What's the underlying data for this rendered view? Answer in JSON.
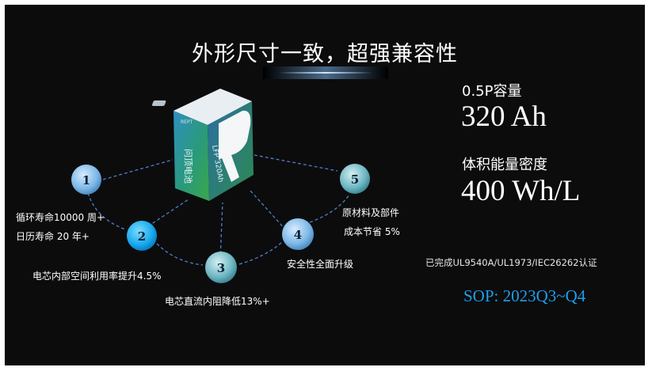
{
  "title": "外形尺寸一致，超强兼容性",
  "battery": {
    "brand_vertical": "问顶电池",
    "model_text": "LFP 320Ah"
  },
  "nodes": [
    {
      "num": "1"
    },
    {
      "num": "2"
    },
    {
      "num": "3"
    },
    {
      "num": "4"
    },
    {
      "num": "5"
    }
  ],
  "features": {
    "f1_line1": "循环寿命10000 周+",
    "f1_line2": "日历寿命 20 年+",
    "f2": "电芯内部空间利用率提升4.5%",
    "f3": "电芯直流内阻降低13%+",
    "f4": "安全性全面升级",
    "f5_line1": "原材料及部件",
    "f5_line2": "成本节省 5%"
  },
  "specs": {
    "capacity_label": "0.5P容量",
    "capacity_value": "320 Ah",
    "density_label": "体积能量密度",
    "density_value": "400 Wh/L"
  },
  "certification": "已完成UL9540A/UL1973/IEC26262认证",
  "sop": "SOP: 2023Q3~Q4",
  "colors": {
    "background": "#0c0c0d",
    "accent": "#1e9fe8",
    "connector": "#4f7fc8"
  }
}
